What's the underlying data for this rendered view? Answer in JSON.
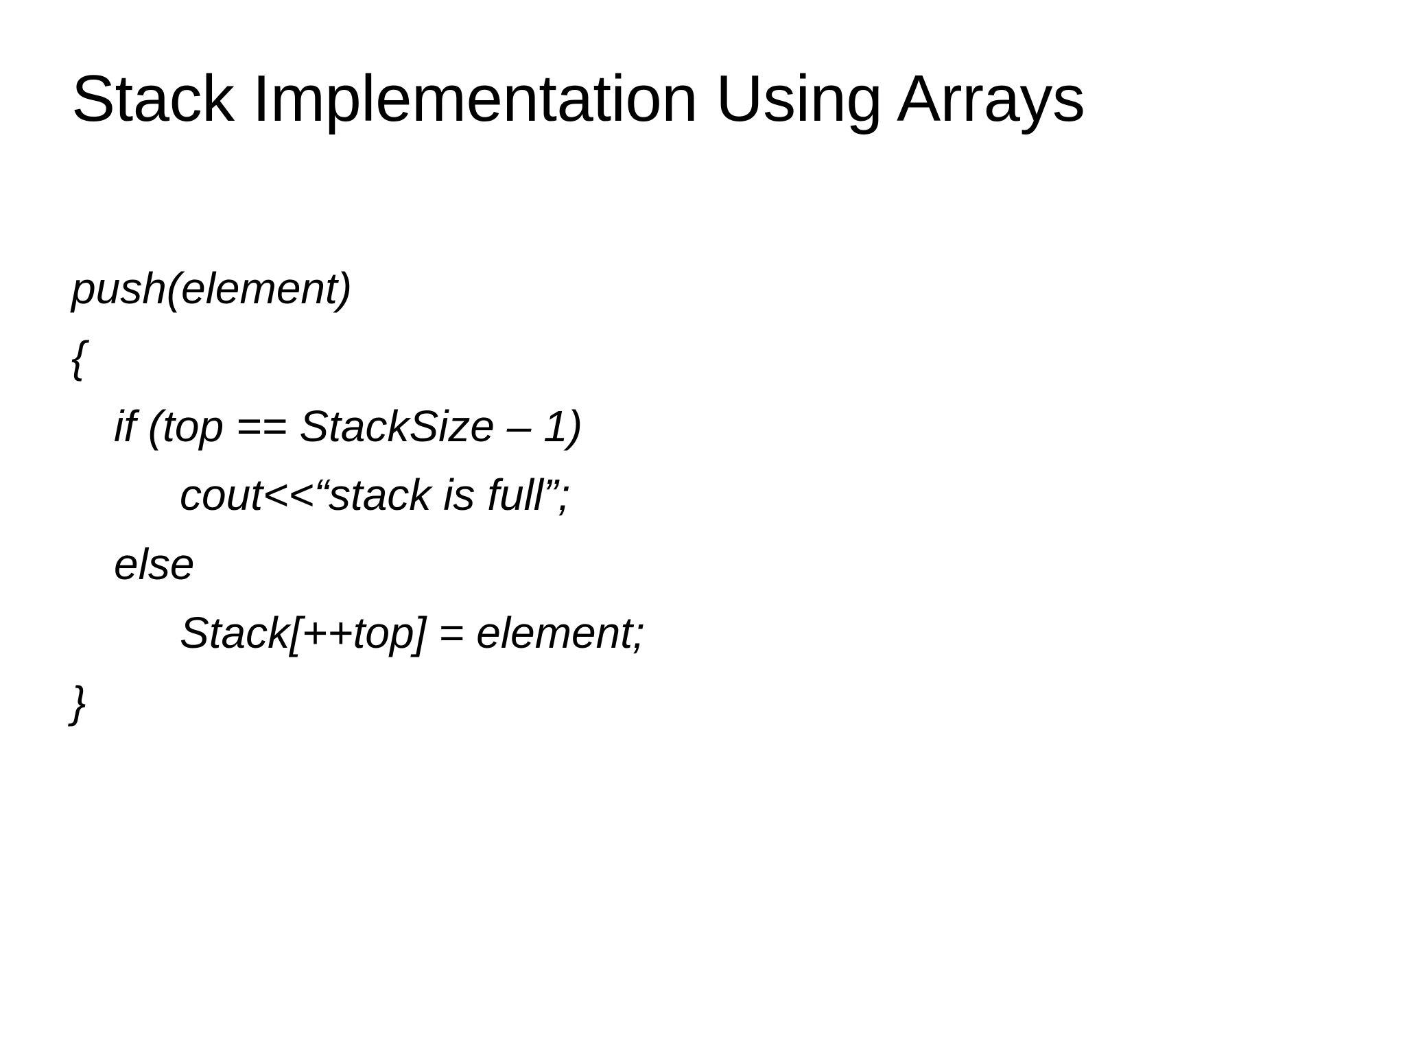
{
  "slide": {
    "title": "Stack Implementation Using Arrays",
    "background_color": "#FFFFFF",
    "text_color": "#000000",
    "body_lines": [
      {
        "text": "push(element)",
        "indent": 0
      },
      {
        "text": "{",
        "indent": 0
      },
      {
        "text": "if (top == StackSize – 1)",
        "indent": 1
      },
      {
        "text": "cout<<“stack is full”;",
        "indent": 2
      },
      {
        "text": "else",
        "indent": 1
      },
      {
        "text": "Stack[++top] = element;",
        "indent": 2
      },
      {
        "text": "}",
        "indent": 0
      }
    ]
  }
}
